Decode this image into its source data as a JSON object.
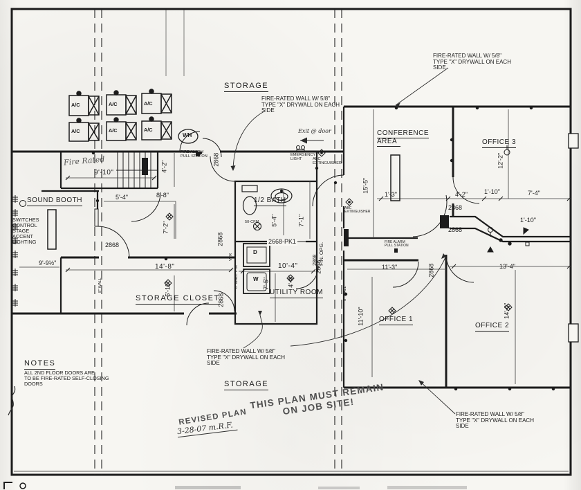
{
  "colors": {
    "paper": "#f7f6f2",
    "ink": "#1c1c1c",
    "stamp_gray": "#4f4f4f"
  },
  "rooms": {
    "storage_top": "STORAGE",
    "storage_bottom": "STORAGE",
    "sound_booth": "SOUND BOOTH",
    "half_bath": "1/2 BATH",
    "utility": "UTILITY ROOM",
    "storage_closet": "STORAGE CLOSET",
    "conference_l1": "CONFERENCE",
    "conference_l2": "AREA",
    "office1": "OFFICE 1",
    "office2": "OFFICE 2",
    "office3": "OFFICE 3"
  },
  "fire_note": {
    "l1": "FIRE-RATED WALL W/ 5/8\"",
    "l2": "TYPE \"X\" DRYWALL ON EACH",
    "l3": "SIDE"
  },
  "notes": {
    "title": "NOTES",
    "l1": "ALL 2ND FLOOR DOORS ARE",
    "l2": "TO BE FIRE-RATED SELF-CLOSING",
    "l3": "DOORS"
  },
  "stamps": {
    "must_remain_l1": "THIS PLAN MUST REMAIN",
    "must_remain_l2": "ON JOB SITE!",
    "revised": "REVISED PLAN",
    "revised_date": "3-28-07  m.R.F."
  },
  "handwritten": {
    "fire_rated": "Fire Rated",
    "exit_note": "Exit @ door"
  },
  "equipment": {
    "ac": "A/C",
    "water_heater": "WH",
    "washer": "W",
    "dryer": "D",
    "fan_cfm": "50-CFM"
  },
  "annotations": {
    "fire_alarm_l1": "FIRE ALARM",
    "fire_alarm_l2": "PULL STATION",
    "emergency_l1": "EMERGENCY",
    "emergency_l2": "LIGHT",
    "abc_l1": "ABC",
    "abc_l2": "EXTINGUISHER",
    "exit": "EXIT",
    "switches_l1": "SWITCHES",
    "switches_l2": "CONTROL",
    "switches_l3": "STAGE",
    "switches_l4": "ACCENT",
    "switches_l5": "LIGHTING"
  },
  "doors": {
    "d2868": "2868",
    "d2668pk1": "2668-PK1",
    "fin_opg": "FIN. OPG."
  },
  "walls": {
    "wall8": "8\" WALL",
    "wall6": "6\" WALL VTR",
    "vtr": "VTR"
  },
  "dims": {
    "d9_10": "9'-10\"",
    "d4_2v": "4'-2\"",
    "d5_4": "5'-4\"",
    "d8_8": "8'-8\"",
    "d7_2": "7'-2\"",
    "d9_9h": "9'-9½\"",
    "d14_8": "14'-8\"",
    "d5_11": "5'-11\"",
    "d5_4b": "5'-4\"",
    "d7_1": "7'-1\"",
    "d10_4": "10'-4\"",
    "d7_5": "7'-5\"",
    "d4_0": "4'-0\"",
    "d15_5": "15'-5\"",
    "d1_3": "1'-3\"",
    "d12_2": "12'-2\"",
    "d4_2": "4'-2\"",
    "d1_10a": "1'-10\"",
    "d7_4": "7'-4\"",
    "d1_10b": "1'-10\"",
    "d11_3": "11'-3\"",
    "d11_10": "11'-10\"",
    "d13_4": "13'-4\"",
    "d14_0": "14'-0\""
  }
}
